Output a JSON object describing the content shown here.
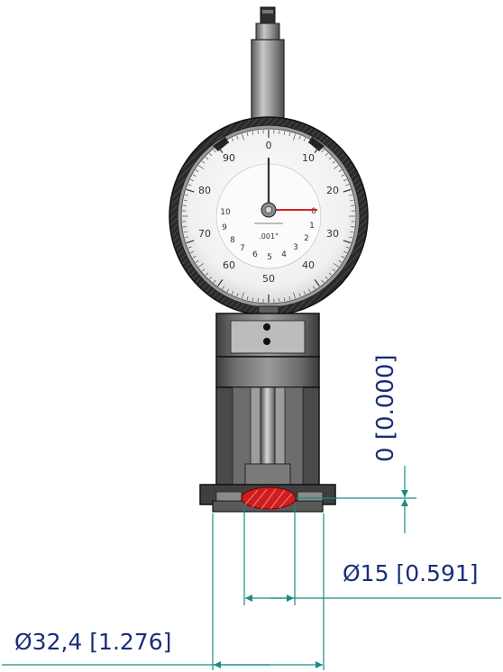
{
  "dial": {
    "outer_numbers": [
      "0",
      "10",
      "20",
      "30",
      "40",
      "50",
      "60",
      "70",
      "80",
      "90"
    ],
    "inner_numbers": [
      "10",
      "9",
      "8",
      "7",
      "6",
      "5",
      "4",
      "3",
      "2",
      "1",
      "0"
    ],
    "unit_label": ".001\"",
    "pointer_color": "#e02020"
  },
  "dimensions": {
    "vertical_offset": "0 [0.000]",
    "inner_diameter": "Ø15 [0.591]",
    "outer_diameter": "Ø32,4 [1.276]"
  },
  "colors": {
    "dimension_lines": "#1b8a84",
    "dimension_text": "#1a2d7a",
    "section_hatch": "#cc1f1f",
    "body_dark": "#4a4a4a",
    "body_mid": "#7a7a7a",
    "body_light": "#b9b9b9"
  }
}
